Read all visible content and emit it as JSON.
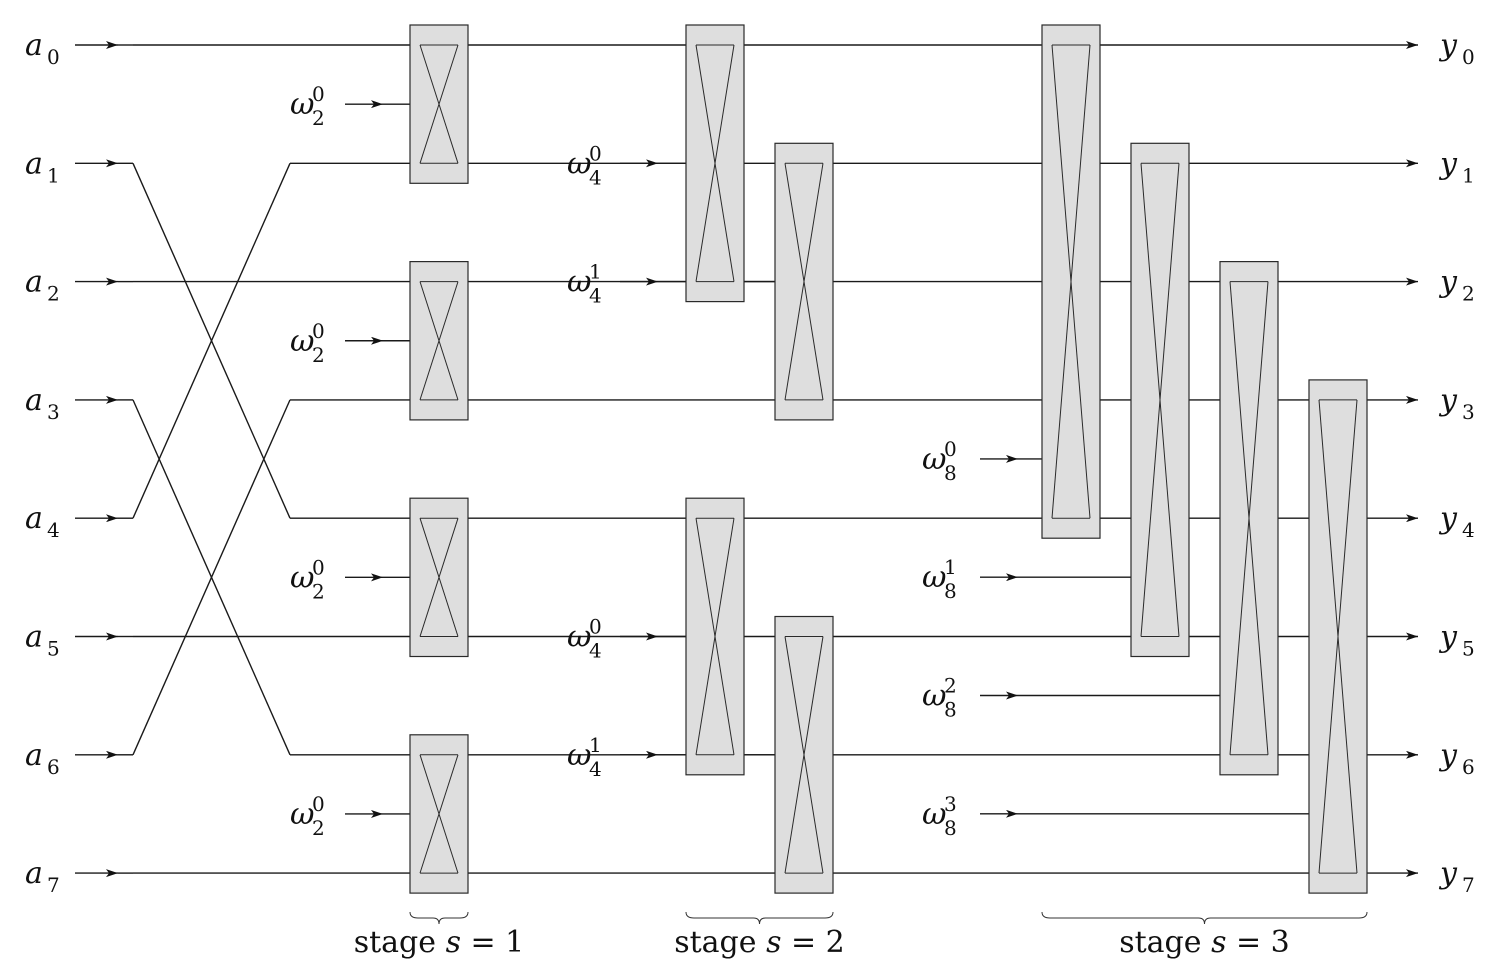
{
  "inputs": [
    "a_0",
    "a_1",
    "a_2",
    "a_3",
    "a_4",
    "a_5",
    "a_6",
    "a_7"
  ],
  "outputs": [
    "y_0",
    "y_1",
    "y_2",
    "y_3",
    "y_4",
    "y_5",
    "y_6",
    "y_7"
  ],
  "twiddles": {
    "stage1": [
      {
        "base": "ω",
        "sub": "2",
        "sup": "0"
      },
      {
        "base": "ω",
        "sub": "2",
        "sup": "0"
      },
      {
        "base": "ω",
        "sub": "2",
        "sup": "0"
      },
      {
        "base": "ω",
        "sub": "2",
        "sup": "0"
      }
    ],
    "stage2": [
      {
        "base": "ω",
        "sub": "4",
        "sup": "0"
      },
      {
        "base": "ω",
        "sub": "4",
        "sup": "1"
      },
      {
        "base": "ω",
        "sub": "4",
        "sup": "0"
      },
      {
        "base": "ω",
        "sub": "4",
        "sup": "1"
      }
    ],
    "stage3": [
      {
        "base": "ω",
        "sub": "8",
        "sup": "0"
      },
      {
        "base": "ω",
        "sub": "8",
        "sup": "1"
      },
      {
        "base": "ω",
        "sub": "8",
        "sup": "2"
      },
      {
        "base": "ω",
        "sub": "8",
        "sup": "3"
      }
    ]
  },
  "stages": [
    {
      "prefix": "stage ",
      "var": "s",
      "suffix": " = 1"
    },
    {
      "prefix": "stage ",
      "var": "s",
      "suffix": " = 2"
    },
    {
      "prefix": "stage ",
      "var": "s",
      "suffix": " = 3"
    }
  ],
  "permutation": [
    0,
    4,
    2,
    6,
    1,
    5,
    3,
    7
  ]
}
